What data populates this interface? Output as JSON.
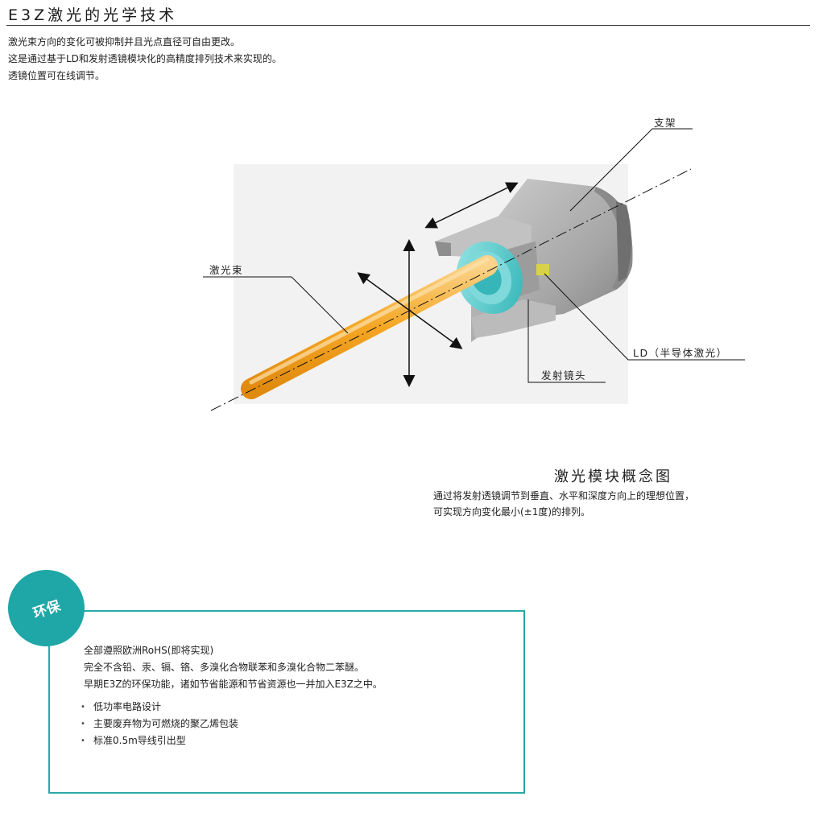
{
  "header": {
    "title": "E3Z激光的光学技术"
  },
  "intro": {
    "lines": [
      "激光束方向的变化可被抑制并且光点直径可自由更改。",
      "这是通过基于LD和发射透镜模块化的高精度排列技术来实现的。",
      "透镜位置可在线调节。"
    ]
  },
  "figure": {
    "labels": {
      "bracket": "支架",
      "beam": "激光束",
      "ld": "LD（半导体激光）",
      "lens": "发射镜头"
    },
    "caption_title": "激光模块概念图",
    "caption_lines": [
      "通过将发射透镜调节到垂直、水平和深度方向上的理想位置，",
      "可实现方向变化最小(±1度)的排列。"
    ],
    "colors": {
      "beam": "#f5a623",
      "lens": "#3cc6c9",
      "housing": "#a9a9a9",
      "ld": "#d8d24a"
    }
  },
  "eco": {
    "badge": "环保",
    "lines": [
      "全部遵照欧洲RoHS(即将实现)",
      "完全不含铅、汞、镉、铬、多溴化合物联苯和多溴化合物二苯醚。",
      "早期E3Z的环保功能，诸如节省能源和节省资源也一并加入E3Z之中。"
    ],
    "bullets": [
      "低功率电路设计",
      "主要废弃物为可燃烧的聚乙烯包装",
      "标准0.5m导线引出型"
    ],
    "accent": "#1ea7a6"
  }
}
